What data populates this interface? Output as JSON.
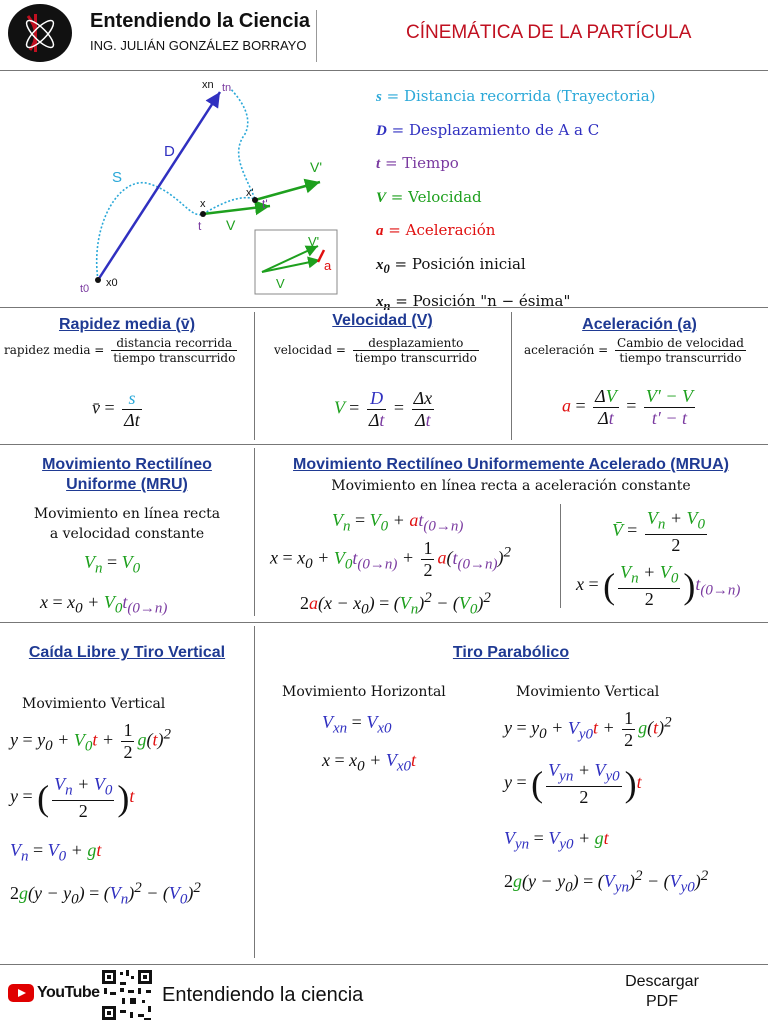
{
  "header": {
    "brand": "Entendiendo la Ciencia",
    "author": "ING. JULIÁN GONZÁLEZ BORRAYO",
    "title": "CÍNEMÁTICA DE LA PARTÍCULA"
  },
  "diagram": {
    "label_xn": "xn",
    "label_tn": "tn",
    "label_D": "D",
    "label_S": "S",
    "label_x": "x",
    "label_t": "t",
    "label_xp": "x'",
    "label_tp": "t'",
    "label_V": "V",
    "label_Vp": "V'",
    "label_x0": "x0",
    "label_t0": "t0",
    "inset_Vp": "V'",
    "inset_a": "a",
    "inset_V": "V"
  },
  "legend": [
    {
      "sym": "s",
      "text": "= Distancia recorrida (Trayectoria)",
      "color": "#2aa8d8"
    },
    {
      "sym": "D",
      "text": "= Desplazamiento de A a C",
      "color": "#3030c0"
    },
    {
      "sym": "t",
      "text": "= Tiempo",
      "color": "#7a3aa0"
    },
    {
      "sym": "V",
      "text": "= Velocidad",
      "color": "#1ea01e"
    },
    {
      "sym": "a",
      "text": "= Aceleración",
      "color": "#e01010"
    },
    {
      "sym": "x0",
      "text": "= Posición inicial",
      "color": "#111111"
    },
    {
      "sym": "xn",
      "text": "= Posición \"n − ésima\"",
      "color": "#111111"
    }
  ],
  "rapidez": {
    "title": "Rapidez media (v̄)",
    "lhs": "rapidez media =",
    "num": "distancia recorrida",
    "den": "tiempo transcurrido"
  },
  "velocidad": {
    "title": "Velocidad (V)",
    "lhs": "velocidad =",
    "num": "desplazamiento",
    "den": "tiempo transcurrido"
  },
  "aceleracion": {
    "title": "Aceleración (a)",
    "lhs": "aceleración =",
    "num": "Cambio de velocidad",
    "den": "tiempo transcurrido"
  },
  "mru": {
    "title1": "Movimiento Rectilíneo",
    "title2": "Uniforme (MRU)",
    "desc1": "Movimiento en línea recta",
    "desc2": "a velocidad constante"
  },
  "mrua": {
    "title": "Movimiento Rectilíneo Uniformemente Acelerado (MRUA)",
    "desc": "Movimiento en línea recta a aceleración constante"
  },
  "caida": {
    "title": "Caída Libre y Tiro Vertical",
    "sub": "Movimiento Vertical"
  },
  "parabolico": {
    "title": "Tiro Parabólico",
    "sub_h": "Movimiento Horizontal",
    "sub_v": "Movimiento Vertical"
  },
  "footer": {
    "youtube": "YouTube",
    "channel": "Entendiendo la ciencia",
    "download1": "Descargar",
    "download2": "PDF"
  }
}
